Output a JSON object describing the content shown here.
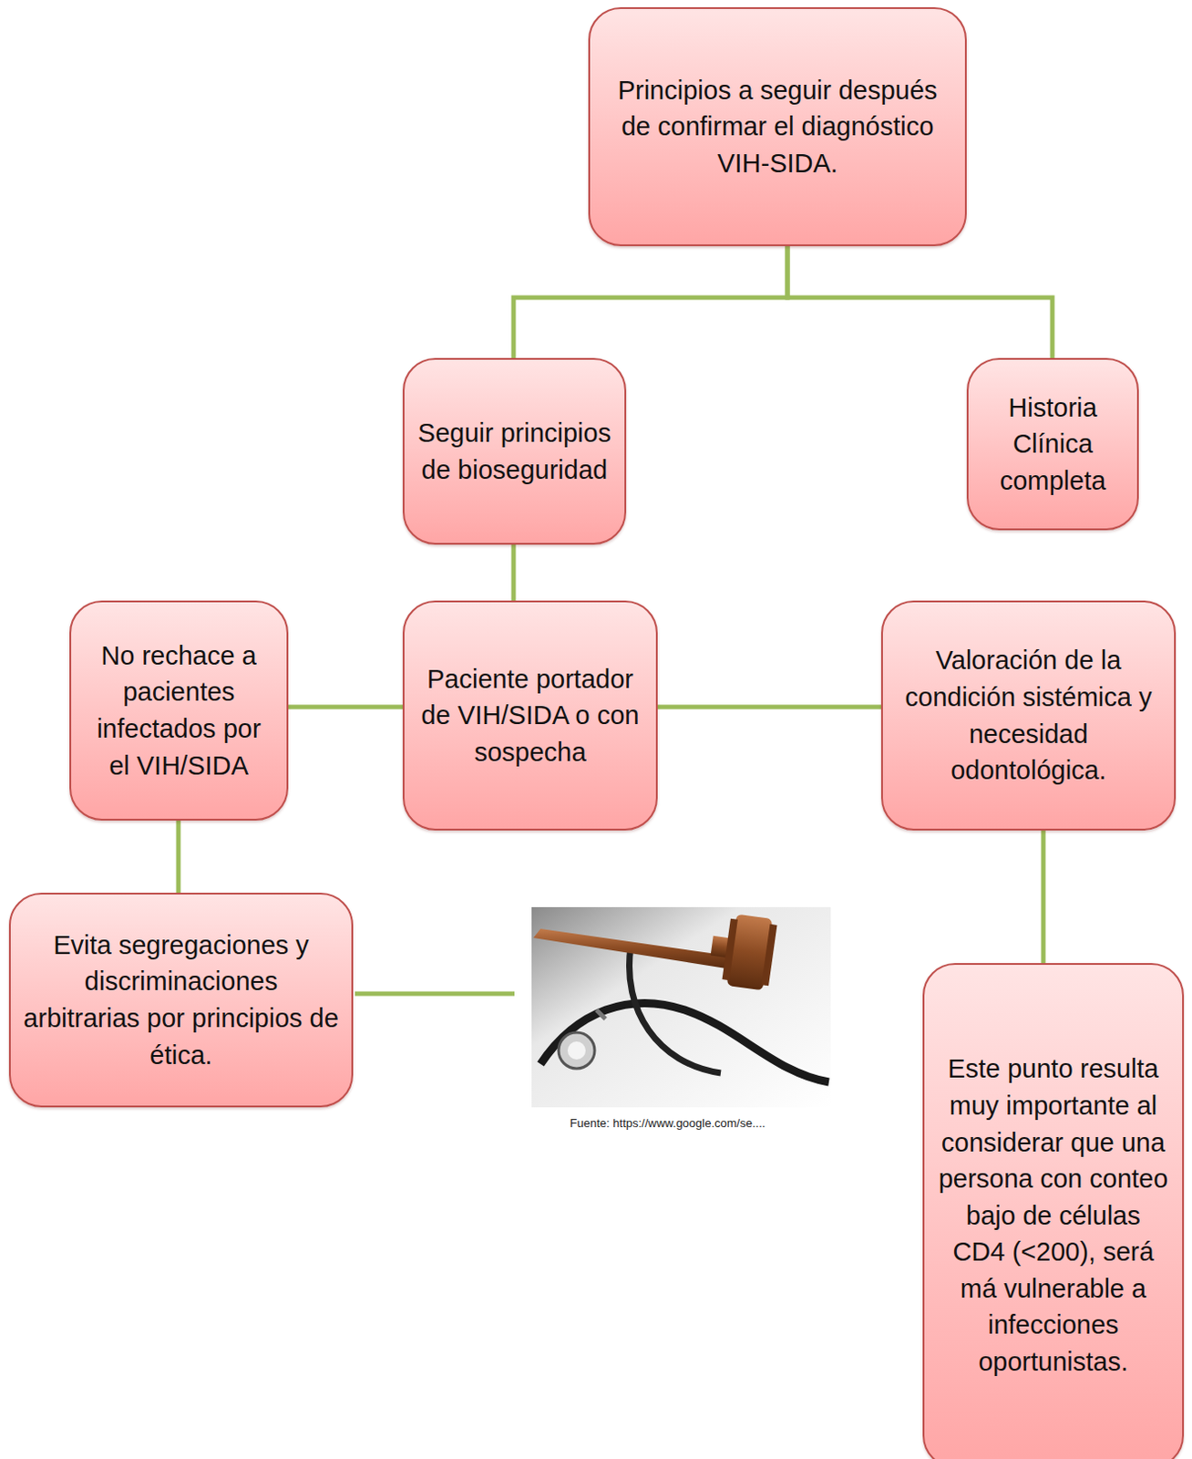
{
  "diagram": {
    "nodes": [
      {
        "text": [
          "Principios a seguir después de confirmar el diagnóstico VIH-SIDA."
        ]
      },
      {
        "text": [
          "Seguir principios de bioseguridad"
        ]
      },
      {
        "text": [
          "Historia Clínica completa"
        ]
      },
      {
        "text": [
          "No rechace a pacientes infectados por el VIH/SIDA"
        ]
      },
      {
        "text": [
          "Paciente portador de VIH/SIDA o con sospecha"
        ]
      },
      {
        "text": [
          "Valoración de la condición sistémica y necesidad odontológica."
        ]
      },
      {
        "text": [
          "Evita segregaciones y discriminaciones arbitrarias por principios de ética."
        ]
      },
      {
        "text": [
          "Este punto resulta muy importante al considerar que una persona con conteo bajo de células CD4 (<200), será má vulnerable a infecciones oportunistas."
        ]
      }
    ],
    "edges": [
      {
        "from": 0,
        "to": 1,
        "arrow": "none"
      },
      {
        "from": 0,
        "to": 2,
        "arrow": "none"
      },
      {
        "from": 1,
        "to": 4,
        "arrow": "none"
      },
      {
        "from": 4,
        "to": 3,
        "arrow": "none"
      },
      {
        "from": 4,
        "to": 5,
        "arrow": "none"
      },
      {
        "from": 3,
        "to": 6,
        "arrow": "none"
      },
      {
        "from": 5,
        "to": 7,
        "arrow": "none"
      }
    ],
    "labels": [
      "Fuente: https://www.google.com/se...."
    ]
  }
}
